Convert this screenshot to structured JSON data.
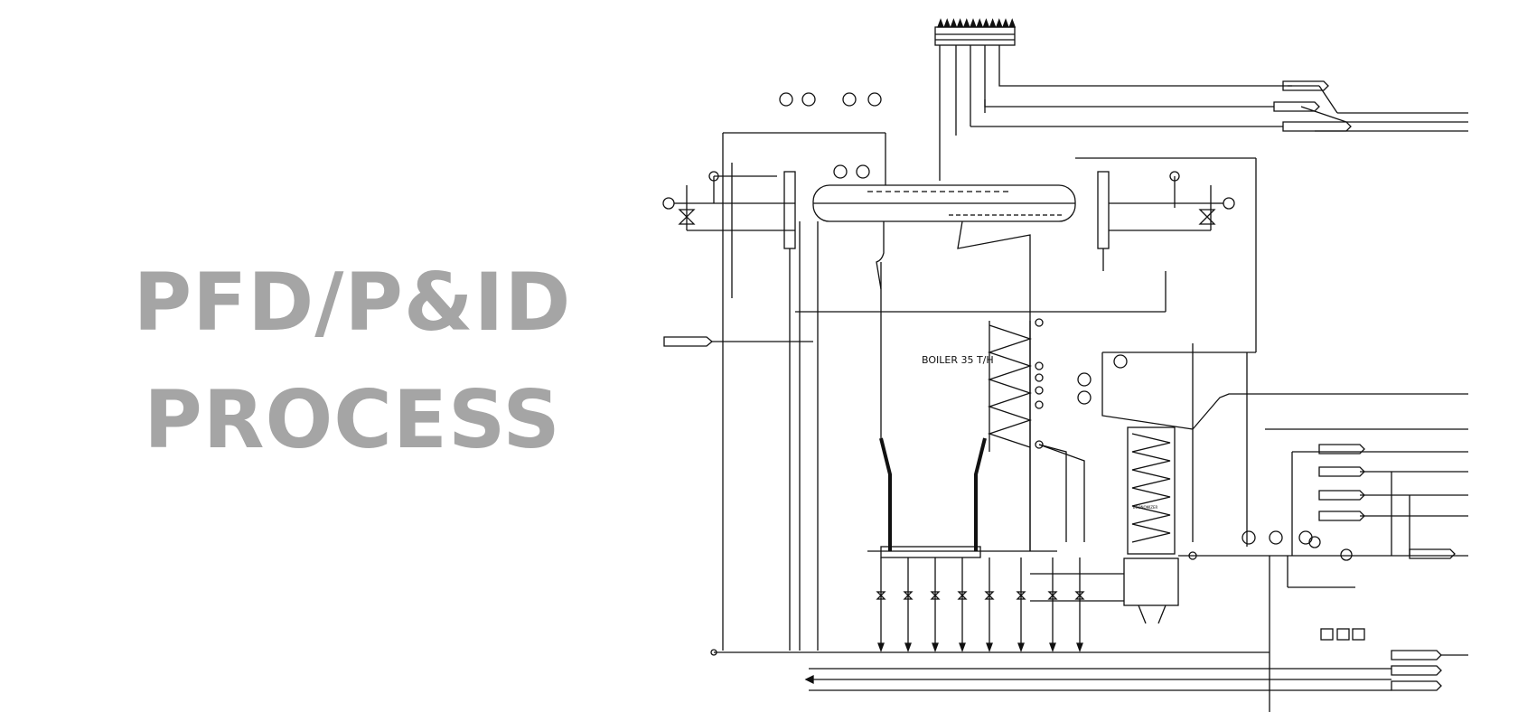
{
  "title": {
    "line1": "PFD/P&ID",
    "line2": "PROCESS"
  },
  "diagram": {
    "boiler_label": "BOILER 35 T/H",
    "economizer_label": "ECONOMIZER",
    "colors": {
      "title": "#a5a5a5",
      "line": "#111111",
      "background": "#ffffff"
    }
  }
}
